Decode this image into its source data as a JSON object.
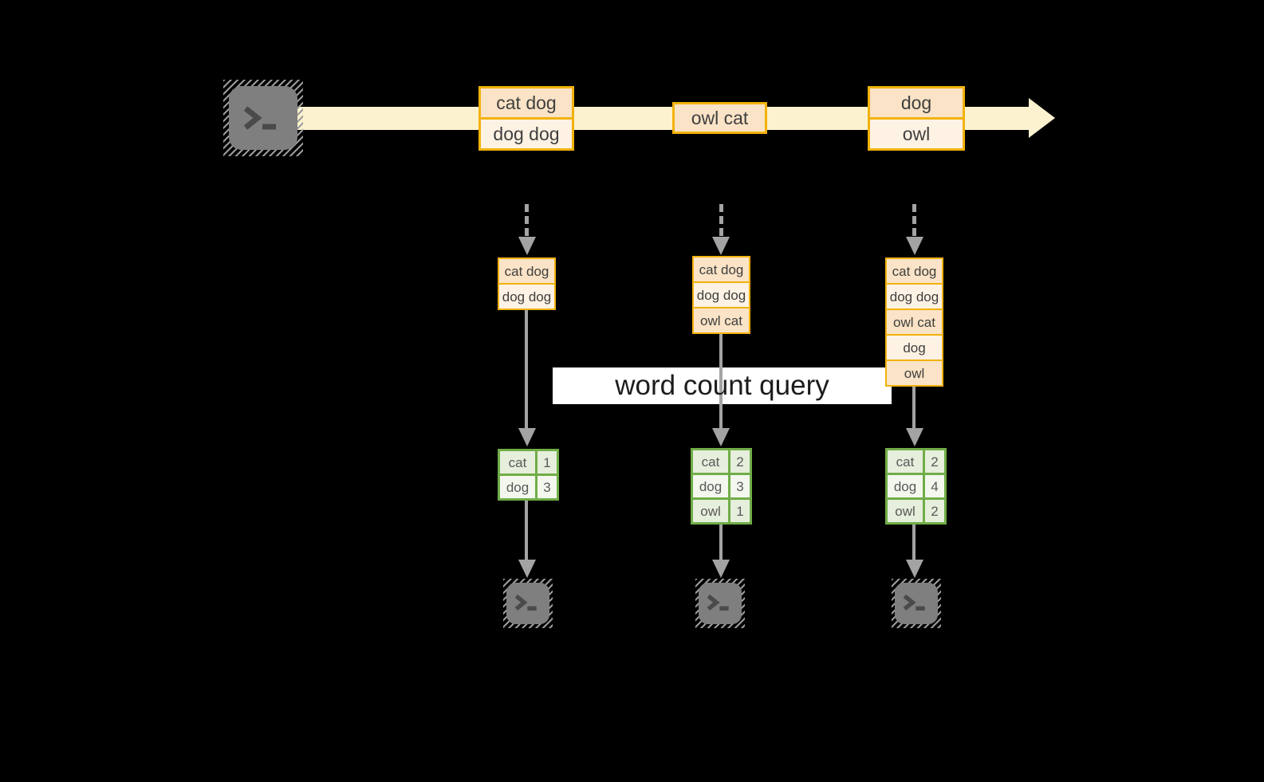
{
  "colors": {
    "background": "#000000",
    "stream_fill": "#FCF2CF",
    "message_fill_dark": "#FAE3C6",
    "message_fill_light": "#FDF2E3",
    "message_border": "#F2B20D",
    "table_border": "#70AD47",
    "table_row_dark": "#E6EEDC",
    "table_row_light": "#F3F7EE",
    "arrow_gray": "#A3A3A3",
    "terminal_gray": "#7F7F7F",
    "banner_bg": "#FFFFFF"
  },
  "stream": {
    "messages": [
      {
        "rows": [
          "cat dog",
          "dog dog"
        ]
      },
      {
        "rows": [
          "owl cat"
        ]
      },
      {
        "rows": [
          "dog",
          "owl"
        ]
      }
    ]
  },
  "banner": {
    "label": "word count query"
  },
  "columns": [
    {
      "buffer": [
        "cat dog",
        "dog dog"
      ],
      "counts": [
        [
          "cat",
          "1"
        ],
        [
          "dog",
          "3"
        ]
      ]
    },
    {
      "buffer": [
        "cat dog",
        "dog dog",
        "owl cat"
      ],
      "counts": [
        [
          "cat",
          "2"
        ],
        [
          "dog",
          "3"
        ],
        [
          "owl",
          "1"
        ]
      ]
    },
    {
      "buffer": [
        "cat dog",
        "dog dog",
        "owl cat",
        "dog",
        "owl"
      ],
      "counts": [
        [
          "cat",
          "2"
        ],
        [
          "dog",
          "4"
        ],
        [
          "owl",
          "2"
        ]
      ]
    }
  ]
}
